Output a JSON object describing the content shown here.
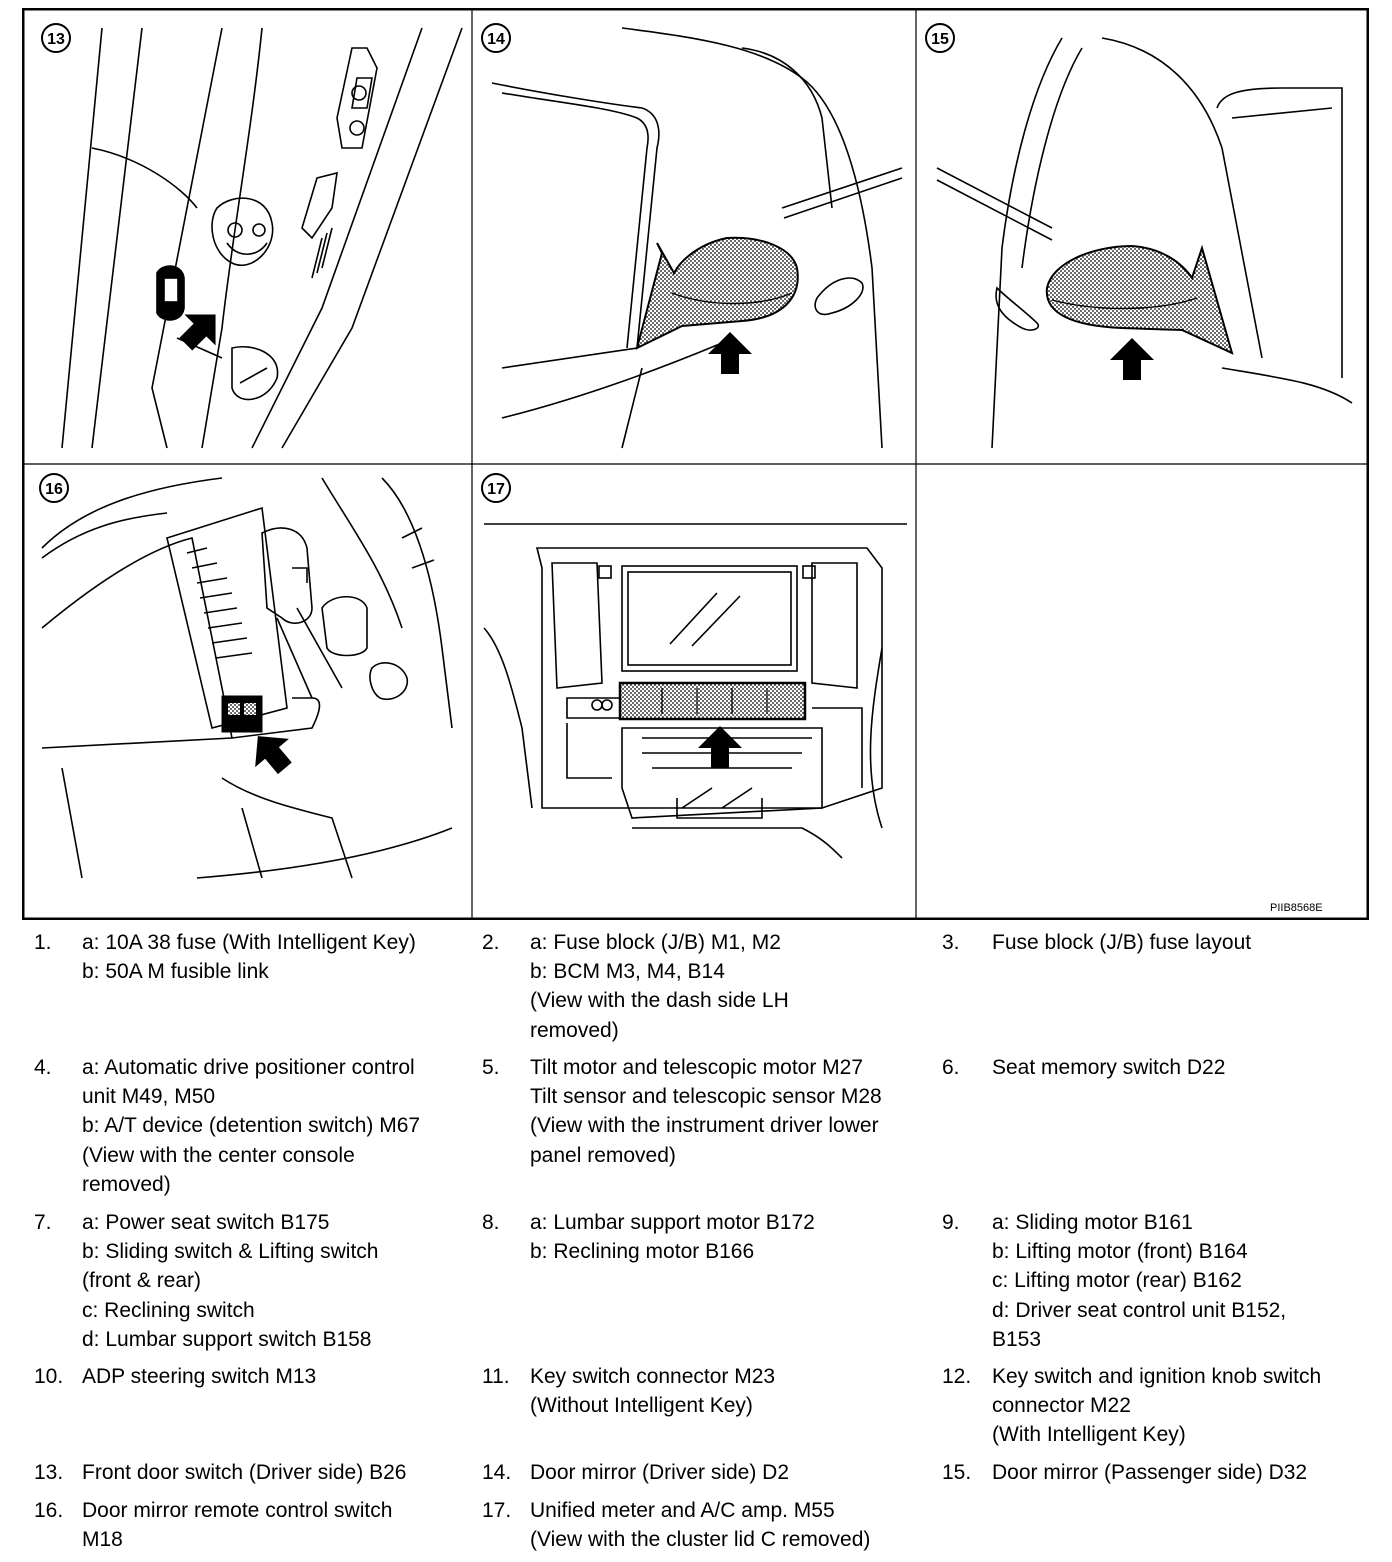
{
  "figure": {
    "panels": [
      {
        "label": "13"
      },
      {
        "label": "14"
      },
      {
        "label": "15"
      },
      {
        "label": "16"
      },
      {
        "label": "17"
      }
    ],
    "code": "PIIB8568E"
  },
  "legend": [
    {
      "num": "1.",
      "lines": [
        "a: 10A 38 fuse (With Intelligent Key)",
        "b: 50A M fusible link"
      ]
    },
    {
      "num": "2.",
      "lines": [
        "a: Fuse block (J/B) M1, M2",
        "b: BCM M3, M4, B14",
        "(View with the dash side LH",
        "removed)"
      ]
    },
    {
      "num": "3.",
      "lines": [
        "Fuse block (J/B) fuse layout"
      ]
    },
    {
      "num": "4.",
      "lines": [
        "a: Automatic drive positioner control",
        "unit M49, M50",
        "b: A/T device (detention switch) M67",
        "(View with the center console",
        "removed)"
      ]
    },
    {
      "num": "5.",
      "lines": [
        "Tilt motor and telescopic motor M27",
        "Tilt sensor and telescopic sensor M28",
        "(View with the instrument driver lower",
        "panel removed)"
      ]
    },
    {
      "num": "6.",
      "lines": [
        "Seat memory switch D22"
      ]
    },
    {
      "num": "7.",
      "lines": [
        "a: Power seat switch B175",
        "b: Sliding switch & Lifting switch",
        "(front & rear)",
        "c: Reclining switch",
        "d: Lumbar support switch B158"
      ]
    },
    {
      "num": "8.",
      "lines": [
        "a: Lumbar support motor B172",
        "b: Reclining motor B166"
      ]
    },
    {
      "num": "9.",
      "lines": [
        "a: Sliding motor B161",
        "b: Lifting motor (front) B164",
        "c: Lifting motor (rear) B162",
        "d: Driver seat control unit B152,",
        "B153"
      ]
    },
    {
      "num": "10.",
      "lines": [
        "ADP steering switch M13"
      ]
    },
    {
      "num": "11.",
      "lines": [
        "Key switch connector M23",
        "(Without Intelligent Key)"
      ]
    },
    {
      "num": "12.",
      "lines": [
        "Key switch and ignition knob switch",
        "connector M22",
        "(With Intelligent Key)"
      ]
    },
    {
      "num": "13.",
      "lines": [
        "Front door switch (Driver side) B26"
      ]
    },
    {
      "num": "14.",
      "lines": [
        "Door mirror (Driver side) D2"
      ]
    },
    {
      "num": "15.",
      "lines": [
        "Door mirror (Passenger side) D32"
      ]
    },
    {
      "num": "16.",
      "lines": [
        "Door mirror remote control switch",
        "M18"
      ]
    },
    {
      "num": "17.",
      "lines": [
        "Unified meter and A/C amp. M55",
        "(View with the cluster lid C removed)"
      ]
    }
  ]
}
